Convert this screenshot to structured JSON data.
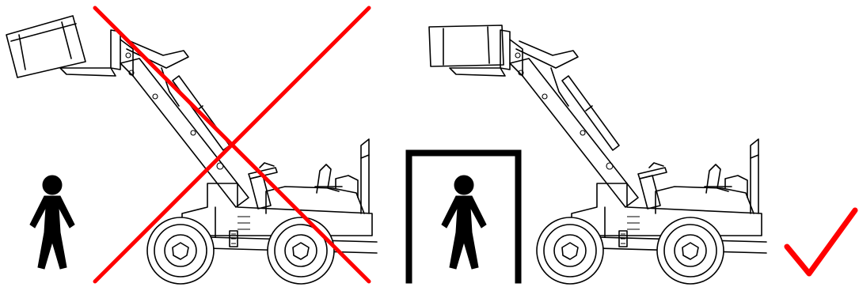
{
  "scenes": [
    {
      "name": "incorrect",
      "protection": "none",
      "verdict": "cross"
    },
    {
      "name": "correct",
      "protection": "overhead-guard",
      "verdict": "check"
    }
  ],
  "colors": {
    "line": "#000000",
    "mark": "#ff0000",
    "background": "#ffffff"
  },
  "icons": [
    "person-icon",
    "wheel-loader-icon",
    "cross-mark-icon",
    "check-mark-icon",
    "protective-frame-icon",
    "falling-load-icon",
    "load-icon"
  ]
}
